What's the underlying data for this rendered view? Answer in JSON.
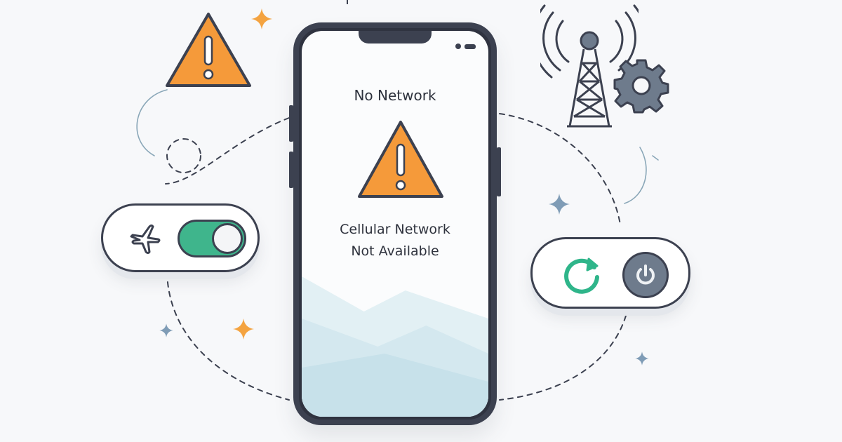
{
  "screen": {
    "title": "No Network",
    "message_line1": "Cellular Network",
    "message_line2": "Not Available"
  },
  "controls": {
    "airplane_mode": {
      "icon": "airplane-icon",
      "state": "on"
    },
    "refresh": {
      "icon": "refresh-icon"
    },
    "power": {
      "icon": "power-icon"
    }
  },
  "icons": [
    "warning-icon",
    "cell-tower-icon",
    "gear-icon",
    "sparkle-icon"
  ],
  "colors": {
    "outline": "#3c4150",
    "warning": "#f59a3a",
    "toggle_on": "#3fb58c",
    "refresh": "#2fb58a",
    "power": "#6e7b8c",
    "sparkle_orange": "#f4a340",
    "sparkle_blue": "#7f9cb6"
  }
}
